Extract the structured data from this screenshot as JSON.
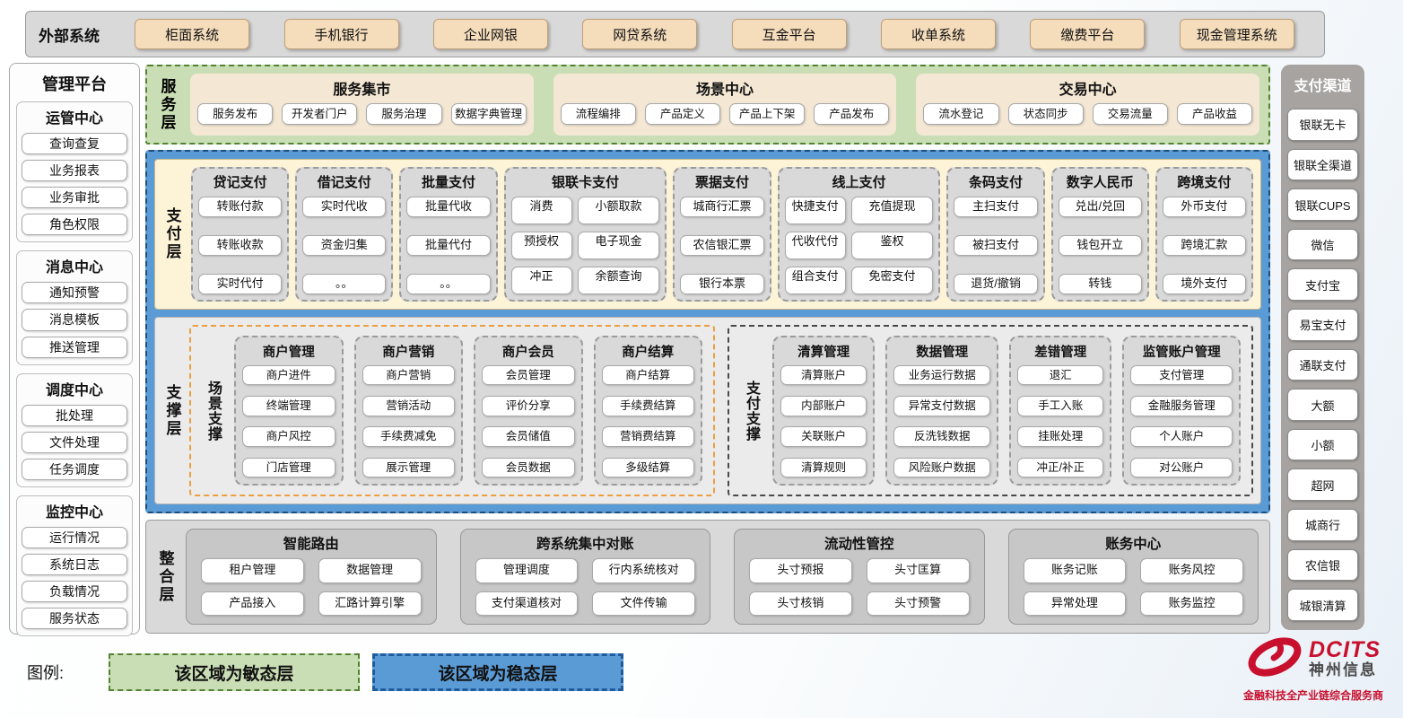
{
  "external_systems": {
    "title": "外部系统",
    "items": [
      "柜面系统",
      "手机银行",
      "企业网银",
      "网贷系统",
      "互金平台",
      "收单系统",
      "缴费平台",
      "现金管理系统"
    ]
  },
  "management_platform": {
    "title": "管理平台",
    "groups": [
      {
        "title": "运管中心",
        "items": [
          "查询查复",
          "业务报表",
          "业务审批",
          "角色权限"
        ]
      },
      {
        "title": "消息中心",
        "items": [
          "通知预警",
          "消息模板",
          "推送管理"
        ]
      },
      {
        "title": "调度中心",
        "items": [
          "批处理",
          "文件处理",
          "任务调度"
        ]
      },
      {
        "title": "监控中心",
        "items": [
          "运行情况",
          "系统日志",
          "负载情况",
          "服务状态"
        ]
      }
    ]
  },
  "service_layer": {
    "label": "服务层",
    "groups": [
      {
        "title": "服务集市",
        "items": [
          "服务发布",
          "开发者门户",
          "服务治理",
          "数据字典管理"
        ]
      },
      {
        "title": "场景中心",
        "items": [
          "流程编排",
          "产品定义",
          "产品上下架",
          "产品发布"
        ]
      },
      {
        "title": "交易中心",
        "items": [
          "流水登记",
          "状态同步",
          "交易流量",
          "产品收益"
        ]
      }
    ]
  },
  "payment_layer": {
    "label": "支付层",
    "columns": [
      {
        "title": "贷记支付",
        "items": [
          "转账付款",
          "转账收款",
          "实时代付"
        ]
      },
      {
        "title": "借记支付",
        "items": [
          "实时代收",
          "资金归集",
          "。。"
        ]
      },
      {
        "title": "批量支付",
        "items": [
          "批量代收",
          "批量代付",
          "。。"
        ]
      },
      {
        "title": "银联卡支付",
        "items": [
          "消费",
          "小额取款",
          "预授权",
          "电子现金",
          "冲正",
          "余额查询"
        ]
      },
      {
        "title": "票据支付",
        "items": [
          "城商行汇票",
          "农信银汇票",
          "银行本票"
        ]
      },
      {
        "title": "线上支付",
        "items": [
          "快捷支付",
          "充值提现",
          "代收代付",
          "鉴权",
          "组合支付",
          "免密支付"
        ]
      },
      {
        "title": "条码支付",
        "items": [
          "主扫支付",
          "被扫支付",
          "退货/撤销"
        ]
      },
      {
        "title": "数字人民币",
        "items": [
          "兑出/兑回",
          "钱包开立",
          "转钱"
        ]
      },
      {
        "title": "跨境支付",
        "items": [
          "外币支付",
          "跨境汇款",
          "境外支付"
        ]
      }
    ]
  },
  "support_layer": {
    "label": "支撑层",
    "scene_support": {
      "label": "场景支撑",
      "columns": [
        {
          "title": "商户管理",
          "items": [
            "商户进件",
            "终端管理",
            "商户风控",
            "门店管理"
          ]
        },
        {
          "title": "商户营销",
          "items": [
            "商户营销",
            "营销活动",
            "手续费减免",
            "展示管理"
          ]
        },
        {
          "title": "商户会员",
          "items": [
            "会员管理",
            "评价分享",
            "会员储值",
            "会员数据"
          ]
        },
        {
          "title": "商户结算",
          "items": [
            "商户结算",
            "手续费结算",
            "营销费结算",
            "多级结算"
          ]
        }
      ]
    },
    "payment_support": {
      "label": "支付支撑",
      "columns": [
        {
          "title": "清算管理",
          "items": [
            "清算账户",
            "内部账户",
            "关联账户",
            "清算规则"
          ]
        },
        {
          "title": "数据管理",
          "items": [
            "业务运行数据",
            "异常支付数据",
            "反洗钱数据",
            "风险账户数据"
          ]
        },
        {
          "title": "差错管理",
          "items": [
            "退汇",
            "手工入账",
            "挂账处理",
            "冲正/补正"
          ]
        },
        {
          "title": "监管账户管理",
          "items": [
            "支付管理",
            "金融服务管理",
            "个人账户",
            "对公账户"
          ]
        }
      ]
    }
  },
  "integration_layer": {
    "label": "整合层",
    "groups": [
      {
        "title": "智能路由",
        "items": [
          "租户管理",
          "数据管理",
          "产品接入",
          "汇路计算引擎"
        ]
      },
      {
        "title": "跨系统集中对账",
        "items": [
          "管理调度",
          "行内系统核对",
          "支付渠道核对",
          "文件传输"
        ]
      },
      {
        "title": "流动性管控",
        "items": [
          "头寸预报",
          "头寸匡算",
          "头寸核销",
          "头寸预警"
        ]
      },
      {
        "title": "账务中心",
        "items": [
          "账务记账",
          "账务风控",
          "异常处理",
          "账务监控"
        ]
      }
    ]
  },
  "payment_channels": {
    "title": "支付渠道",
    "items": [
      "银联无卡",
      "银联全渠道",
      "银联CUPS",
      "微信",
      "支付宝",
      "易宝支付",
      "通联支付",
      "大额",
      "小额",
      "超网",
      "城商行",
      "农信银",
      "城银清算"
    ]
  },
  "legend": {
    "label": "图例:",
    "agile_label": "该区域为敏态层",
    "stable_label": "该区域为稳态层"
  },
  "logo": {
    "brand": "DCITS",
    "company": "神州信息",
    "tagline": "金融科技全产业链综合服务商"
  },
  "colors": {
    "agile_green": "#c9deb5",
    "stable_blue": "#5b9bd5",
    "beige_button": "#f5ddbc",
    "payment_cream": "#fdf3d7",
    "panel_gray": "#d9d9d9",
    "channel_gray": "#a6a3a1",
    "scene_orange": "#ed9f40",
    "logo_red": "#c8102e"
  }
}
